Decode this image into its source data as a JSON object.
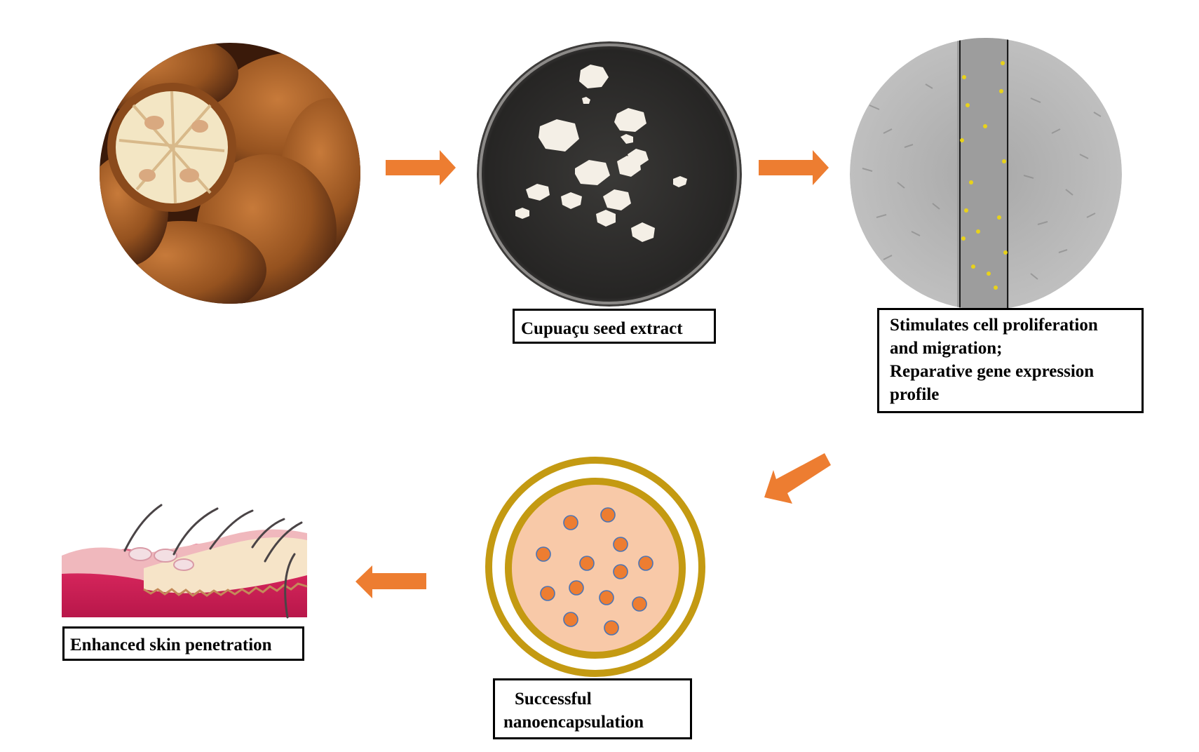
{
  "colors": {
    "arrow": "#ed7d31",
    "capsule_ring": "#c49a12",
    "capsule_fill": "#f8c9a8",
    "particle_fill": "#ed7d31",
    "particle_stroke": "#4a74b5",
    "box_border": "#000000"
  },
  "images": {
    "fruit": "cupuacu-fruit-photo",
    "extract": "seed-extract-dish-photo",
    "cells": "cell-migration-micrograph",
    "capsule": "nanocapsule-icon",
    "skin": "skin-cross-section-illustration"
  },
  "labels": {
    "extract": "Cupuaçu seed extract",
    "cells_lines": [
      "Stimulates cell proliferation",
      "and migration;",
      "Reparative gene expression",
      "profile"
    ],
    "capsule_lines": [
      "Successful",
      "nanoencapsulation"
    ],
    "skin": "Enhanced skin penetration"
  },
  "flow": [
    {
      "from": "fruit",
      "to": "extract",
      "direction": "right"
    },
    {
      "from": "extract",
      "to": "cells",
      "direction": "right"
    },
    {
      "from": "cells",
      "to": "capsule",
      "direction": "down-left"
    },
    {
      "from": "capsule",
      "to": "skin",
      "direction": "left"
    }
  ]
}
